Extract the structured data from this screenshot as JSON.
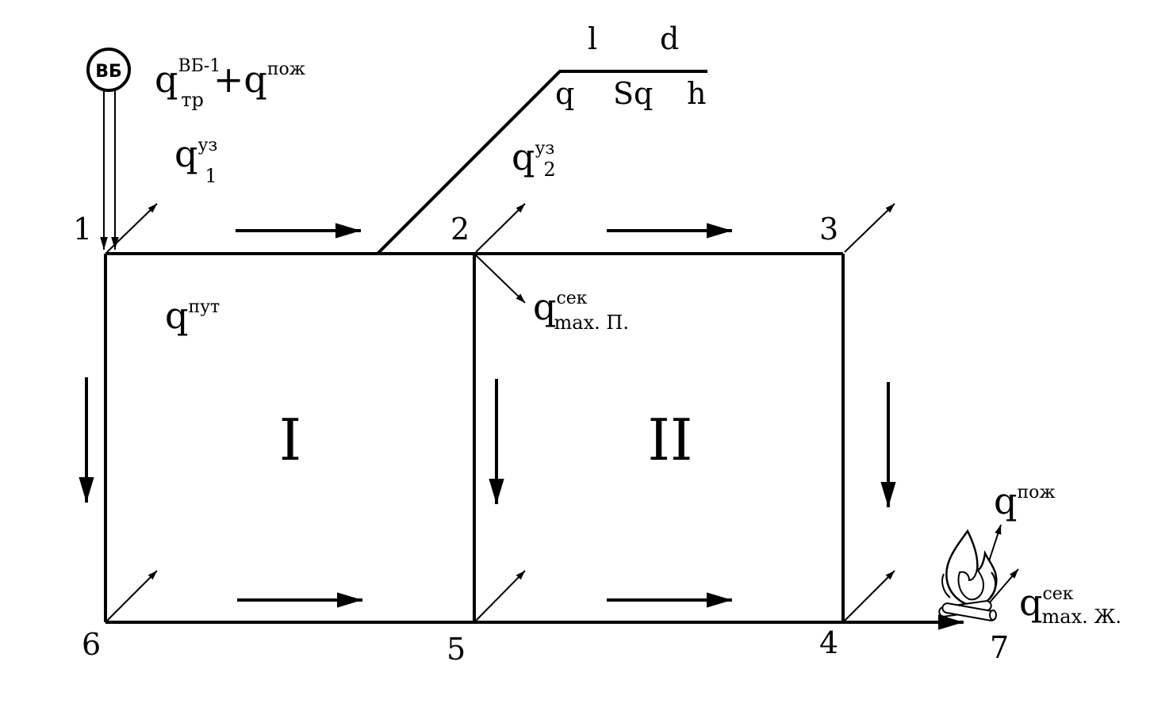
{
  "tower": {
    "badge": "ВБ"
  },
  "nodes": [
    {
      "id": "node-1",
      "label": "1"
    },
    {
      "id": "node-2",
      "label": "2"
    },
    {
      "id": "node-3",
      "label": "3"
    },
    {
      "id": "node-4",
      "label": "4"
    },
    {
      "id": "node-5",
      "label": "5"
    },
    {
      "id": "node-6",
      "label": "6"
    },
    {
      "id": "node-7",
      "label": "7"
    }
  ],
  "rings": {
    "ring1": "I",
    "ring2": "II"
  },
  "table": {
    "l": "l",
    "d": "d",
    "q": "q",
    "sq": "Sq",
    "h": "h"
  },
  "labels": {
    "supply": {
      "q": "q",
      "sup1": "ВБ-1",
      "sub1": "тр",
      "plus": "+q",
      "sup2": "пож"
    },
    "node1_demand": {
      "q": "q",
      "sup": "уз",
      "sub": "1"
    },
    "node2_demand": {
      "q": "q",
      "sup": "уз",
      "sub": "2"
    },
    "path_flow": {
      "q": "q",
      "sup": "пут"
    },
    "section_max_p": {
      "q": "q",
      "sup": "сек",
      "sub": "max. П."
    },
    "fire_flow": {
      "q": "q",
      "sup": "пож"
    },
    "section_max_zh": {
      "q": "q",
      "sup": "сек",
      "sub": "max. Ж."
    }
  }
}
